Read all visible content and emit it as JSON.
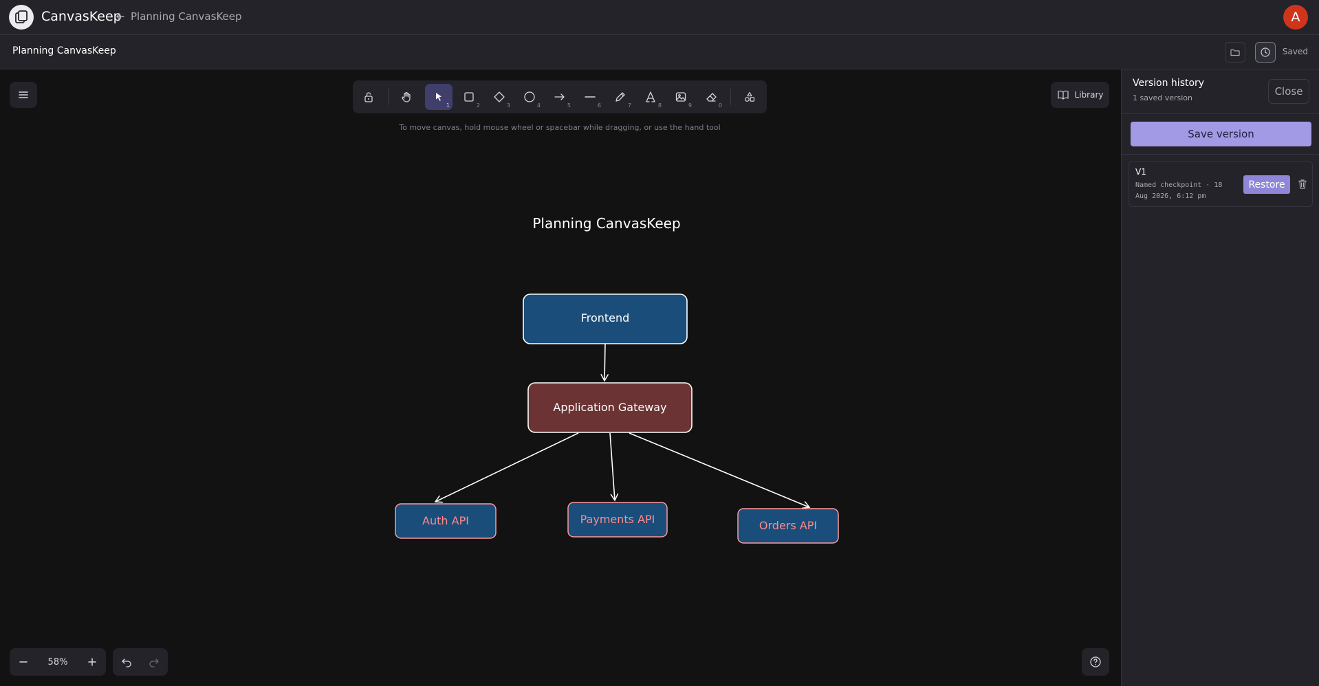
{
  "app": {
    "name": "CanvasKeep",
    "back_label": "Planning CanvasKeep",
    "avatar_letter": "A"
  },
  "subbar": {
    "doc_title": "Planning CanvasKeep",
    "save_status": "Saved"
  },
  "toolbar": {
    "tools": [
      {
        "name": "lock",
        "key": ""
      },
      {
        "name": "hand",
        "key": ""
      },
      {
        "name": "selection",
        "key": "1",
        "active": true
      },
      {
        "name": "rectangle",
        "key": "2"
      },
      {
        "name": "diamond",
        "key": "3"
      },
      {
        "name": "ellipse",
        "key": "4"
      },
      {
        "name": "arrow",
        "key": "5"
      },
      {
        "name": "line",
        "key": "6"
      },
      {
        "name": "draw",
        "key": "7"
      },
      {
        "name": "text",
        "key": "8"
      },
      {
        "name": "image",
        "key": "9"
      },
      {
        "name": "eraser",
        "key": "0"
      },
      {
        "name": "more-shapes",
        "key": ""
      }
    ],
    "hint": "To move canvas, hold mouse wheel or spacebar while dragging, or use the hand tool"
  },
  "library_label": "Library",
  "zoom": {
    "level": "58%"
  },
  "diagram": {
    "title": "Planning CanvasKeep",
    "nodes": {
      "frontend": "Frontend",
      "gateway": "Application Gateway",
      "auth": "Auth API",
      "payments": "Payments API",
      "orders": "Orders API"
    },
    "colors": {
      "blue_fill": "#1a4d7a",
      "red_fill": "#6b3333",
      "pink_text": "#ff8a8a",
      "stroke": "#ffffff"
    }
  },
  "version_panel": {
    "title": "Version history",
    "subtitle": "1 saved version",
    "close_label": "Close",
    "save_label": "Save version",
    "versions": [
      {
        "label": "V1",
        "meta": "Named checkpoint · 18 Aug 2026, 6:12 pm",
        "restore_label": "Restore"
      }
    ]
  }
}
